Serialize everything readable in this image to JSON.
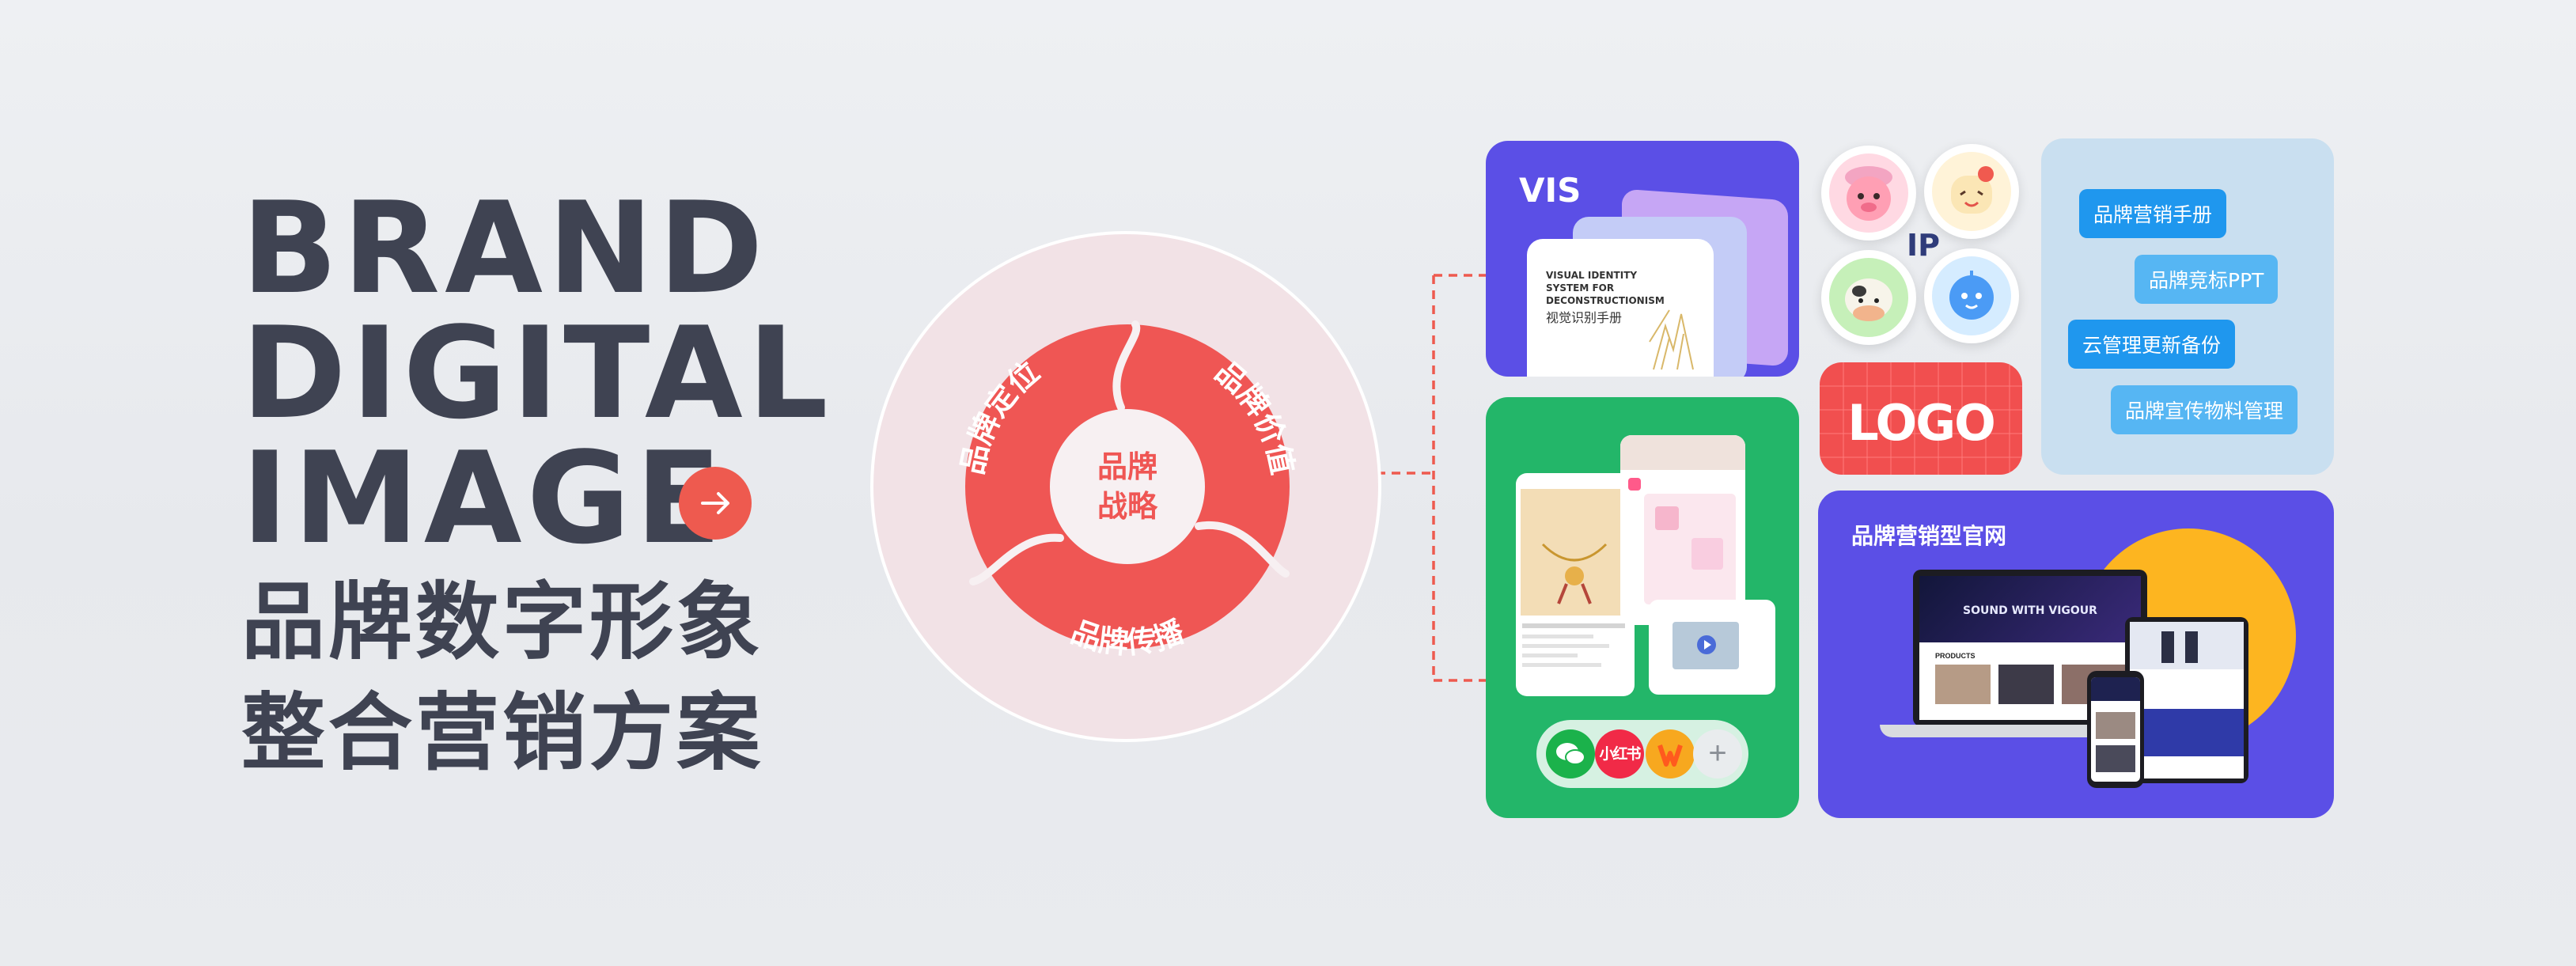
{
  "headline": {
    "en_lines": [
      "BRAND",
      "DIGITAL",
      "IMAGE"
    ],
    "cn_lines": [
      "品牌数字形象",
      "整合营销方案"
    ]
  },
  "diagram": {
    "center": [
      "品牌",
      "战略"
    ],
    "seg_positioning": "品牌定位",
    "seg_value": "品牌价值",
    "seg_communication": "品牌传播"
  },
  "vis": {
    "title": "VIS",
    "doc_lines": [
      "VISUAL IDENTITY",
      "SYSTEM FOR",
      "DECONSTRUCTIONISM"
    ],
    "doc_cn": "视觉识别手册"
  },
  "ip": {
    "label": "IP"
  },
  "logo": {
    "label": "LOGO"
  },
  "tags": [
    "品牌营销手册",
    "品牌竞标PPT",
    "云管理更新备份",
    "品牌宣传物料管理"
  ],
  "social": {
    "xiaohongshu": "小红书",
    "plus": "+"
  },
  "website": {
    "title": "品牌营销型官网",
    "hero_text": "SOUND WITH VIGOUR",
    "section_text": "PRODUCTS"
  },
  "colors": {
    "accent_red": "#ee5a4f",
    "vis_purple": "#5b4fe6",
    "social_green": "#23b669",
    "tag_blue": "#1f97ee",
    "text_dark": "#3f4352"
  }
}
